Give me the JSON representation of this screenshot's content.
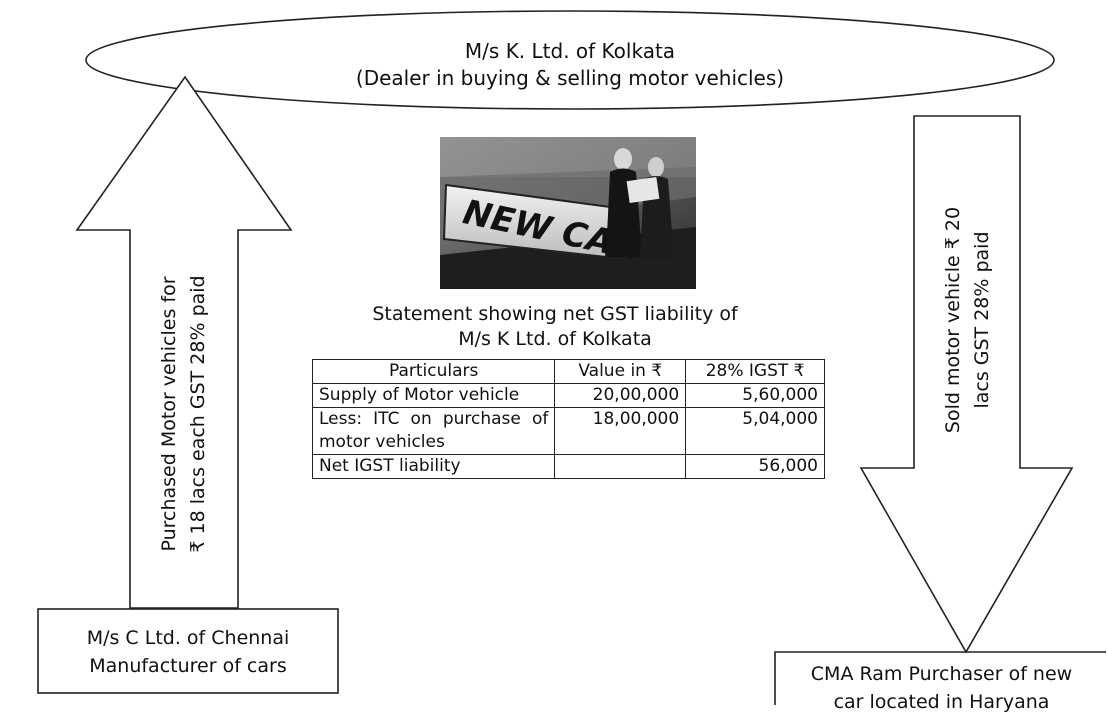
{
  "dealer": {
    "line1": "M/s K. Ltd. of Kolkata",
    "line2": "(Dealer in buying & selling motor vehicles)"
  },
  "manufacturer": {
    "line1": "M/s C Ltd. of Chennai",
    "line2": "Manufacturer of cars"
  },
  "purchaser": {
    "line1": "CMA Ram Purchaser of new",
    "line2": "car located in Haryana"
  },
  "purchase_arrow": {
    "line1": "Purchased Motor vehicles for",
    "line2": "₹ 18 lacs each GST 28% paid"
  },
  "sale_arrow": {
    "line1": "Sold motor vehicle ₹ 20",
    "line2": "lacs GST 28% paid"
  },
  "photo": {
    "plate_text": "NEW CAR"
  },
  "statement": {
    "caption_line1": "Statement showing net GST liability of",
    "caption_line2": "M/s K Ltd. of Kolkata",
    "headers": [
      "Particulars",
      "Value in ₹",
      "28% IGST ₹"
    ],
    "rows": [
      {
        "particular": "Supply of Motor vehicle",
        "value": "20,00,000",
        "igst": "5,60,000"
      },
      {
        "particular": "Less: ITC on purchase of motor vehicles",
        "value": "18,00,000",
        "igst": "5,04,000"
      },
      {
        "particular": "Net IGST liability",
        "value": "",
        "igst": "56,000"
      }
    ]
  }
}
